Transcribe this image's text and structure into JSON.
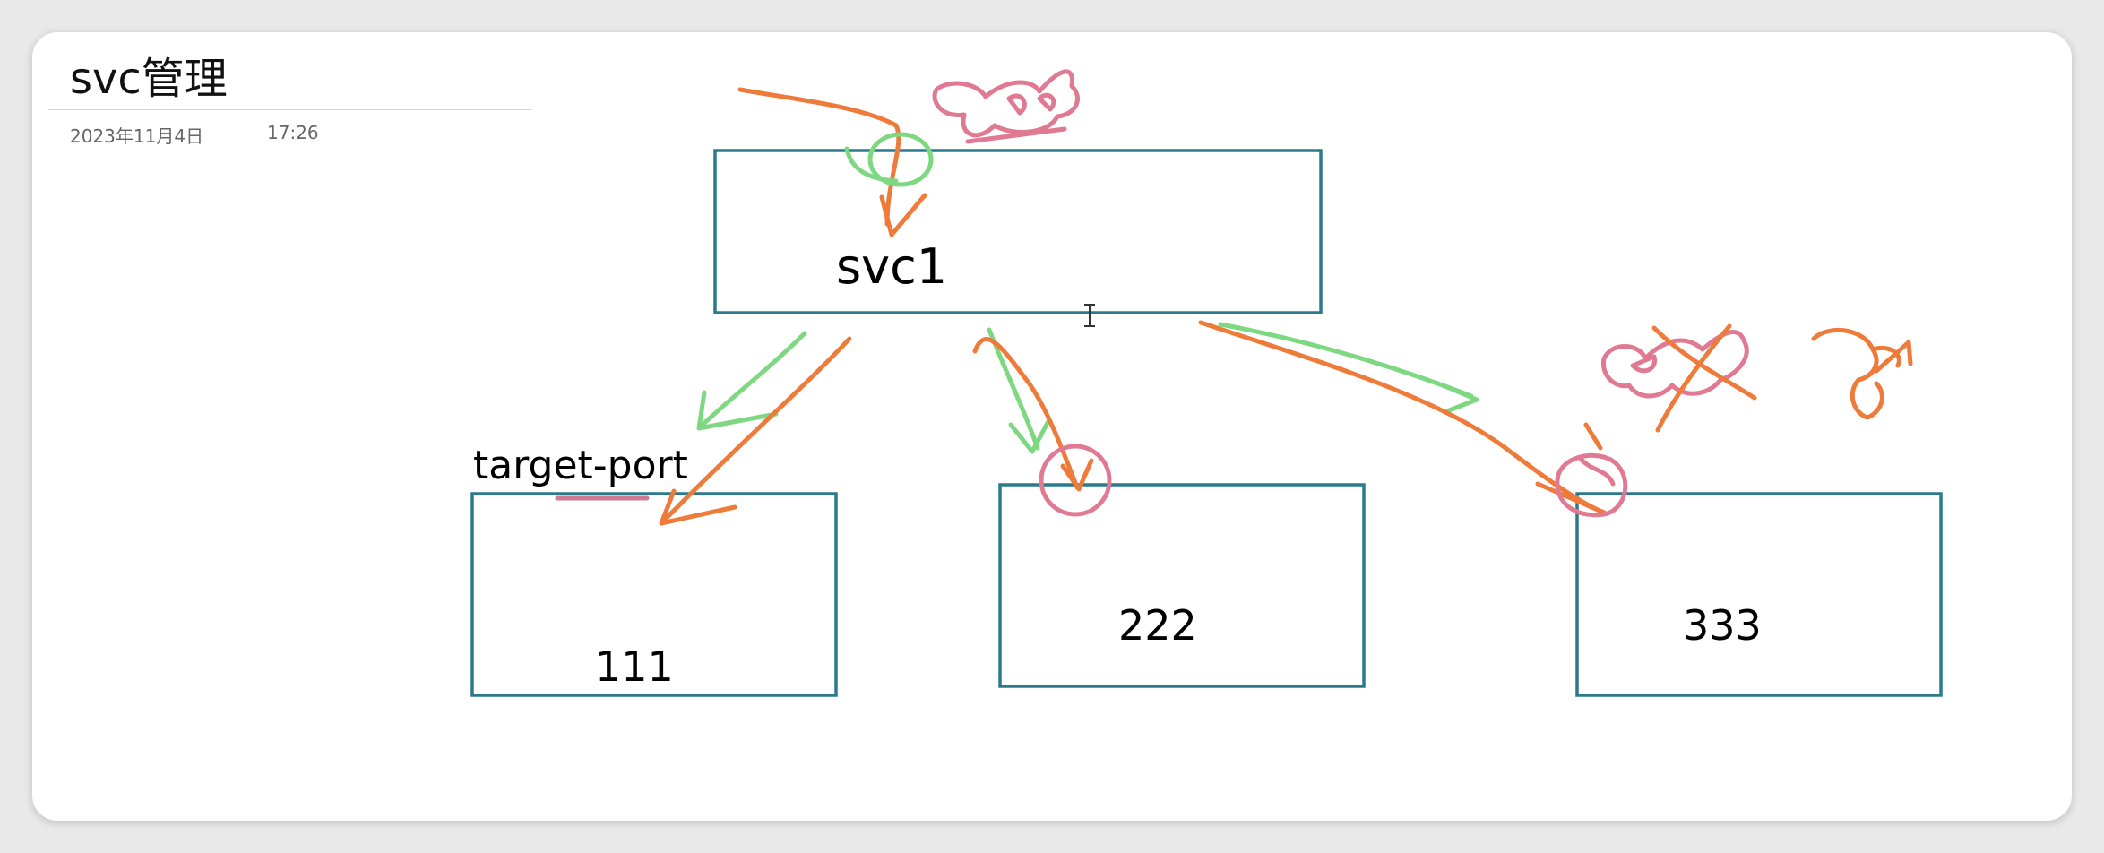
{
  "note": {
    "title": "svc管理",
    "date": "2023年11月4日",
    "time": "17:26"
  },
  "diagram": {
    "service_label": "svc1",
    "target_port_label": "target-port",
    "pods": [
      {
        "label": "111"
      },
      {
        "label": "222"
      },
      {
        "label": "333"
      }
    ]
  },
  "colors": {
    "box_stroke": "#2b7a8c",
    "ink_orange": "#ee7b3a",
    "ink_green": "#7ed882",
    "ink_pink": "#e07a92"
  }
}
